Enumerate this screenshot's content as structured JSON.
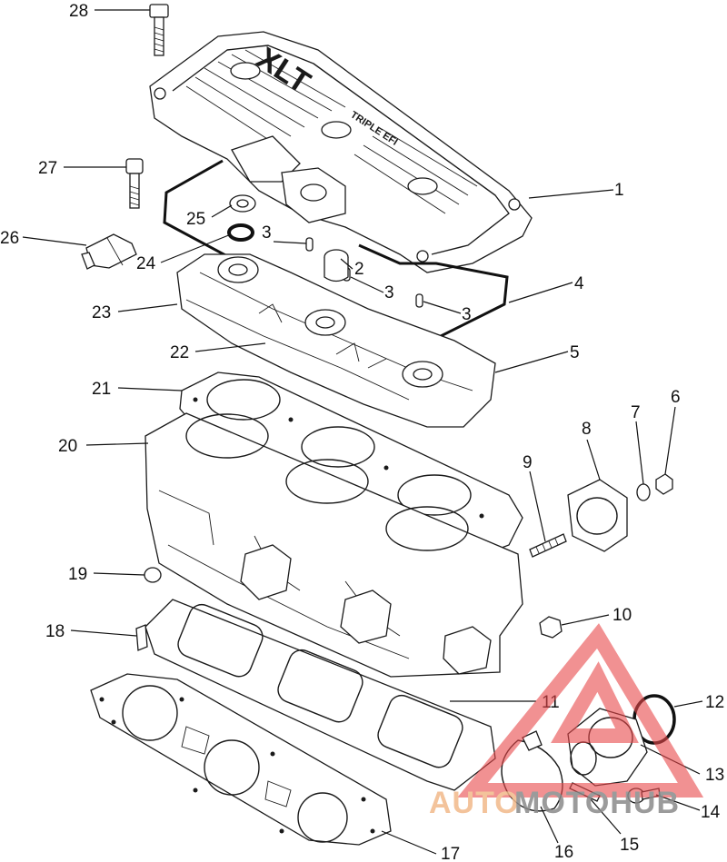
{
  "callouts": [
    {
      "id": "1",
      "label": "1"
    },
    {
      "id": "2",
      "label": "2"
    },
    {
      "id": "3a",
      "label": "3"
    },
    {
      "id": "3b",
      "label": "3"
    },
    {
      "id": "3c",
      "label": "3"
    },
    {
      "id": "4",
      "label": "4"
    },
    {
      "id": "5",
      "label": "5"
    },
    {
      "id": "6",
      "label": "6"
    },
    {
      "id": "7",
      "label": "7"
    },
    {
      "id": "8",
      "label": "8"
    },
    {
      "id": "9",
      "label": "9"
    },
    {
      "id": "10",
      "label": "10"
    },
    {
      "id": "11",
      "label": "11"
    },
    {
      "id": "12",
      "label": "12"
    },
    {
      "id": "13",
      "label": "13"
    },
    {
      "id": "14",
      "label": "14"
    },
    {
      "id": "15",
      "label": "15"
    },
    {
      "id": "16",
      "label": "16"
    },
    {
      "id": "17",
      "label": "17"
    },
    {
      "id": "18",
      "label": "18"
    },
    {
      "id": "19",
      "label": "19"
    },
    {
      "id": "20",
      "label": "20"
    },
    {
      "id": "21",
      "label": "21"
    },
    {
      "id": "22",
      "label": "22"
    },
    {
      "id": "23",
      "label": "23"
    },
    {
      "id": "24",
      "label": "24"
    },
    {
      "id": "25",
      "label": "25"
    },
    {
      "id": "26",
      "label": "26"
    },
    {
      "id": "27",
      "label": "27"
    },
    {
      "id": "28",
      "label": "28"
    }
  ],
  "cover_stamp": "XLT",
  "cover_subtext": "TRIPLE EFI",
  "watermark": {
    "left_text": "AUTO",
    "right_text": "MOTOHUB",
    "color_left": "#f2b98a",
    "color_right": "#8a8a8a",
    "triangle_color": "#e8474a"
  },
  "colors": {
    "ink": "#1a1a1a",
    "background": "#ffffff"
  }
}
